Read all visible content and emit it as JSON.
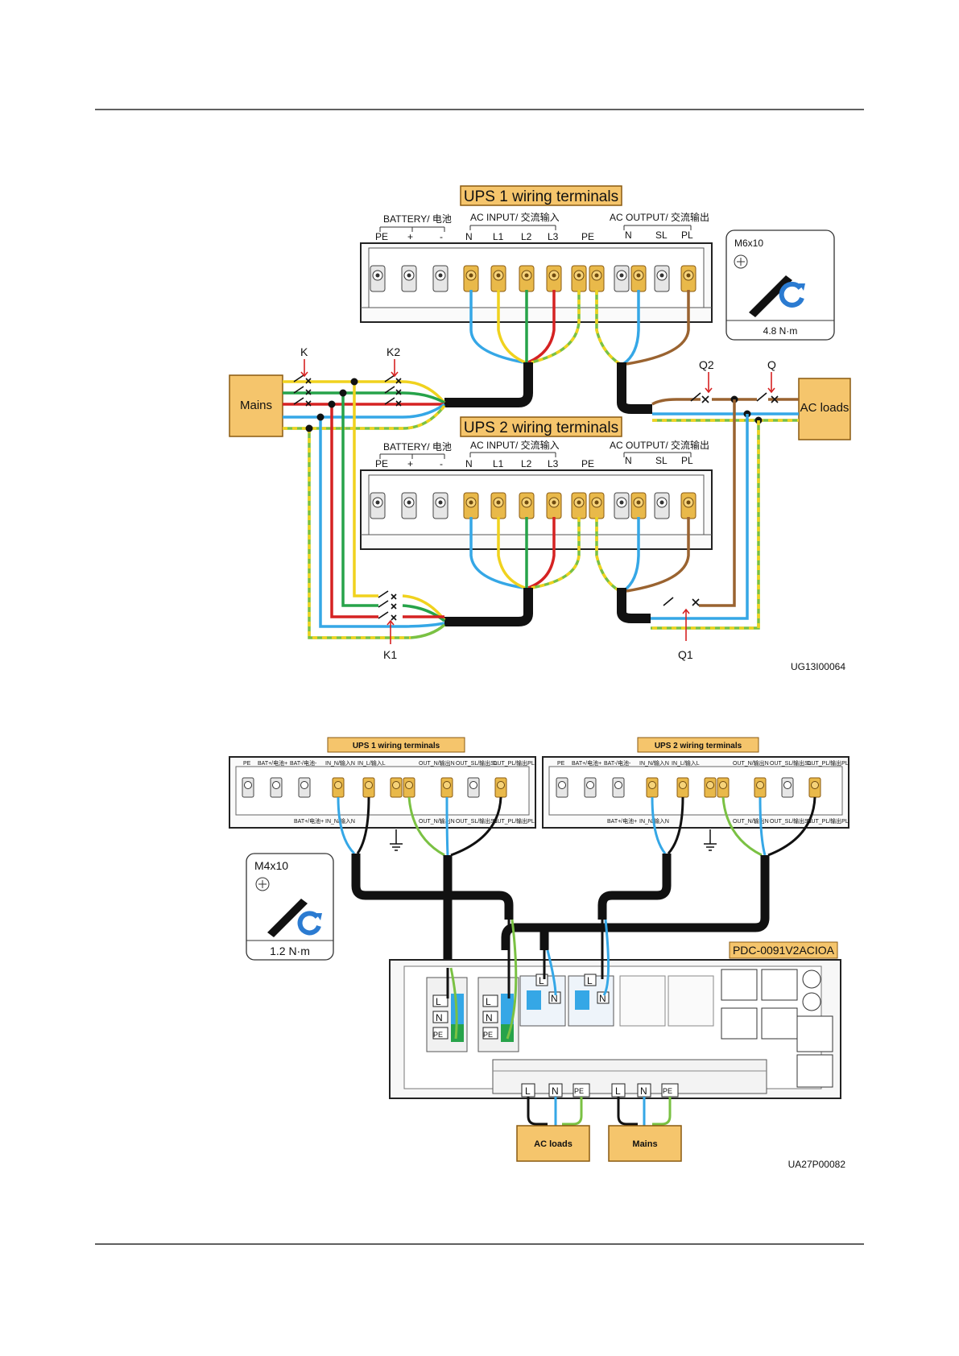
{
  "colors": {
    "box": "#f5c56c",
    "box_stroke": "#8a5a10",
    "wire_L1": "#f0d21e",
    "wire_L2": "#27a34a",
    "wire_L3": "#d52222",
    "wire_N": "#35a7e6",
    "wire_PE_a": "#f0d21e",
    "wire_PE_b": "#7ac143",
    "wire_PL": "#9a6330",
    "cable": "#111111",
    "lug": "#e9b94a",
    "breaker": "#d52222"
  },
  "diagram1": {
    "ups1_title": "UPS 1 wiring terminals",
    "ups2_title": "UPS 2 wiring terminals",
    "battery_label": "BATTERY/ 电池",
    "ac_input_label": "AC INPUT/ 交流输入",
    "ac_output_label": "AC OUTPUT/ 交流输出",
    "terminals": {
      "pe1": "PE",
      "plus": "+",
      "minus": "-",
      "n_in": "N",
      "l1": "L1",
      "l2": "L2",
      "l3": "L3",
      "pe2": "PE",
      "n_out": "N",
      "sl": "SL",
      "pl": "PL"
    },
    "screw": {
      "spec": "M6x10",
      "torque": "4.8 N·m"
    },
    "mains": "Mains",
    "ac_loads": "AC loads",
    "switches": {
      "k": "K",
      "k1": "K1",
      "k2": "K2",
      "q": "Q",
      "q1": "Q1",
      "q2": "Q2"
    },
    "figure_id": "UG13I00064"
  },
  "diagram2": {
    "ups1_title": "UPS 1 wiring terminals",
    "ups2_title": "UPS 2 wiring terminals",
    "panel_labels": {
      "pe": "PE",
      "bat_plus": "BAT+/电池+",
      "bat_minus": "BAT-/电池-",
      "in_n": "IN_N/输入N",
      "in_l": "IN_L/输入L",
      "out_n": "OUT_N/输出N",
      "out_sl": "OUT_SL/输出SL",
      "out_pl": "OUT_PL/输出PL"
    },
    "screw": {
      "spec": "M4x10",
      "torque": "1.2 N·m"
    },
    "pdc_title": "PDC-0091V2ACIOA",
    "pdc_terminals": {
      "l": "L",
      "n": "N",
      "pe": "PE"
    },
    "ac_loads": "AC loads",
    "mains": "Mains",
    "figure_id": "UA27P00082"
  }
}
